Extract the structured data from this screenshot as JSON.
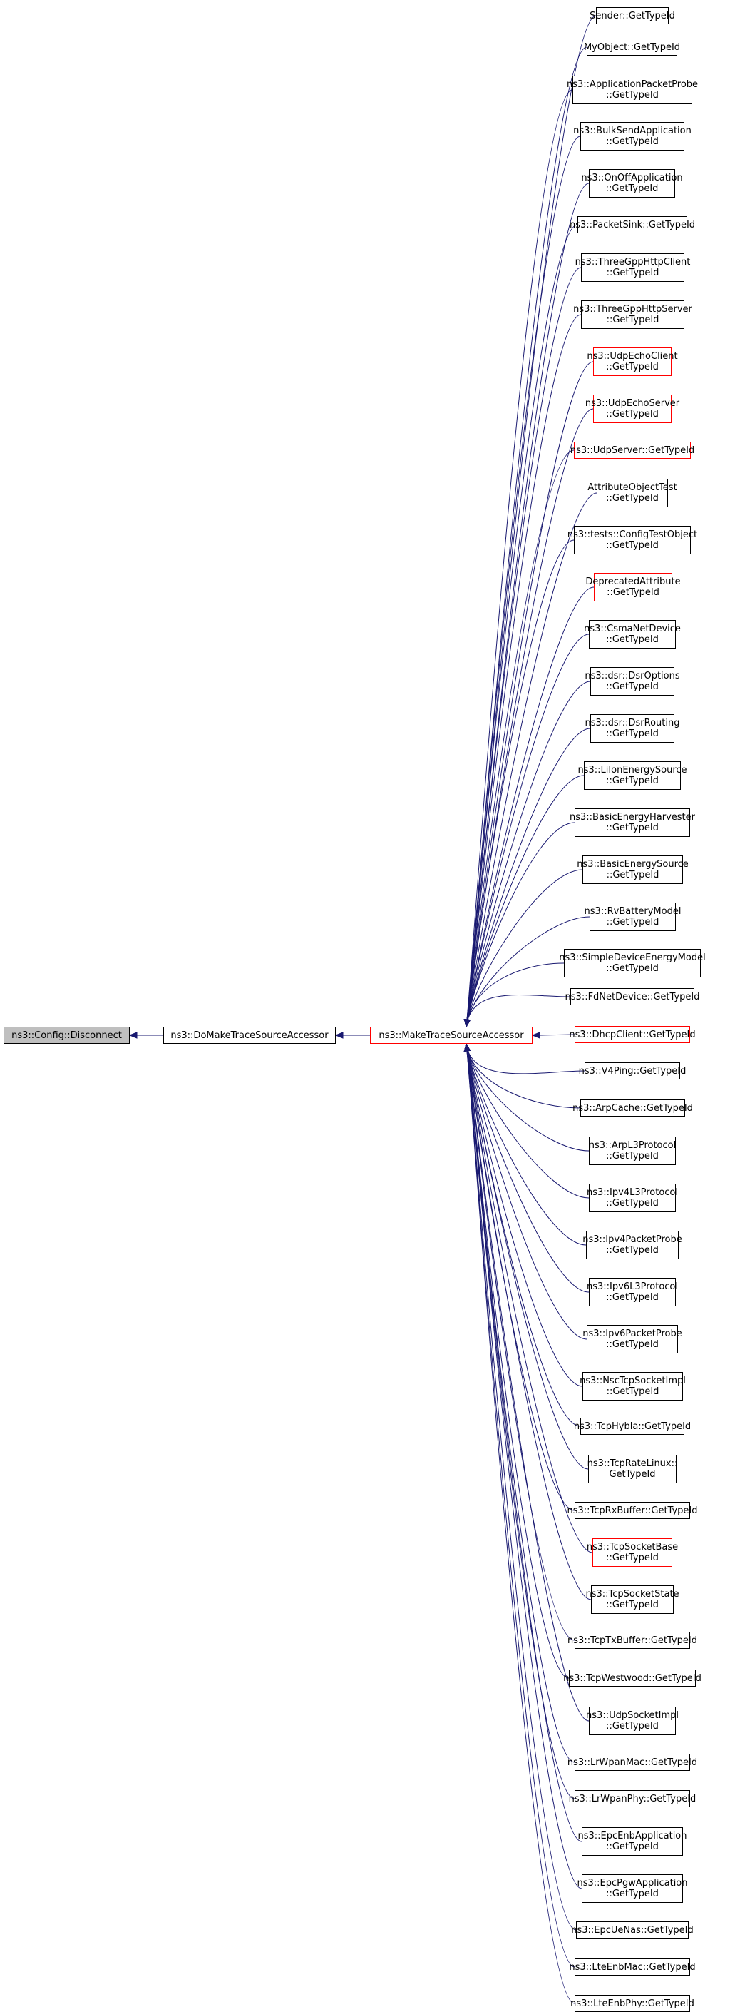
{
  "colors": {
    "edge": "#191970",
    "border": "#000000",
    "highlight_border": "#ff0000",
    "root_fill": "#bfbfbf"
  },
  "root": {
    "label": "ns3::Config::Disconnect"
  },
  "mid": {
    "label": "ns3::DoMakeTraceSourceAccessor"
  },
  "hub": {
    "label": "ns3::MakeTraceSourceAccessor"
  },
  "callers": [
    {
      "lines": [
        "Sender::GetTypeId"
      ],
      "red": false
    },
    {
      "lines": [
        "MyObject::GetTypeId"
      ],
      "red": false
    },
    {
      "lines": [
        "ns3::ApplicationPacketProbe",
        "::GetTypeId"
      ],
      "red": false
    },
    {
      "lines": [
        "ns3::BulkSendApplication",
        "::GetTypeId"
      ],
      "red": false
    },
    {
      "lines": [
        "ns3::OnOffApplication",
        "::GetTypeId"
      ],
      "red": false
    },
    {
      "lines": [
        "ns3::PacketSink::GetTypeId"
      ],
      "red": false
    },
    {
      "lines": [
        "ns3::ThreeGppHttpClient",
        "::GetTypeId"
      ],
      "red": false
    },
    {
      "lines": [
        "ns3::ThreeGppHttpServer",
        "::GetTypeId"
      ],
      "red": false
    },
    {
      "lines": [
        "ns3::UdpEchoClient",
        "::GetTypeId"
      ],
      "red": true
    },
    {
      "lines": [
        "ns3::UdpEchoServer",
        "::GetTypeId"
      ],
      "red": true
    },
    {
      "lines": [
        "ns3::UdpServer::GetTypeId"
      ],
      "red": true
    },
    {
      "lines": [
        "AttributeObjectTest",
        "::GetTypeId"
      ],
      "red": false
    },
    {
      "lines": [
        "ns3::tests::ConfigTestObject",
        "::GetTypeId"
      ],
      "red": false
    },
    {
      "lines": [
        "DeprecatedAttribute",
        "::GetTypeId"
      ],
      "red": true
    },
    {
      "lines": [
        "ns3::CsmaNetDevice",
        "::GetTypeId"
      ],
      "red": false
    },
    {
      "lines": [
        "ns3::dsr::DsrOptions",
        "::GetTypeId"
      ],
      "red": false
    },
    {
      "lines": [
        "ns3::dsr::DsrRouting",
        "::GetTypeId"
      ],
      "red": false
    },
    {
      "lines": [
        "ns3::LiIonEnergySource",
        "::GetTypeId"
      ],
      "red": false
    },
    {
      "lines": [
        "ns3::BasicEnergyHarvester",
        "::GetTypeId"
      ],
      "red": false
    },
    {
      "lines": [
        "ns3::BasicEnergySource",
        "::GetTypeId"
      ],
      "red": false
    },
    {
      "lines": [
        "ns3::RvBatteryModel",
        "::GetTypeId"
      ],
      "red": false
    },
    {
      "lines": [
        "ns3::SimpleDeviceEnergyModel",
        "::GetTypeId"
      ],
      "red": false
    },
    {
      "lines": [
        "ns3::FdNetDevice::GetTypeId"
      ],
      "red": false
    },
    {
      "lines": [
        "ns3::DhcpClient::GetTypeId"
      ],
      "red": true
    },
    {
      "lines": [
        "ns3::V4Ping::GetTypeId"
      ],
      "red": false
    },
    {
      "lines": [
        "ns3::ArpCache::GetTypeId"
      ],
      "red": false
    },
    {
      "lines": [
        "ns3::ArpL3Protocol",
        "::GetTypeId"
      ],
      "red": false
    },
    {
      "lines": [
        "ns3::Ipv4L3Protocol",
        "::GetTypeId"
      ],
      "red": false
    },
    {
      "lines": [
        "ns3::Ipv4PacketProbe",
        "::GetTypeId"
      ],
      "red": false
    },
    {
      "lines": [
        "ns3::Ipv6L3Protocol",
        "::GetTypeId"
      ],
      "red": false
    },
    {
      "lines": [
        "ns3::Ipv6PacketProbe",
        "::GetTypeId"
      ],
      "red": false
    },
    {
      "lines": [
        "ns3::NscTcpSocketImpl",
        "::GetTypeId"
      ],
      "red": false
    },
    {
      "lines": [
        "ns3::TcpHybla::GetTypeId"
      ],
      "red": false
    },
    {
      "lines": [
        "ns3::TcpRateLinux::",
        "GetTypeId"
      ],
      "red": false
    },
    {
      "lines": [
        "ns3::TcpRxBuffer::GetTypeId"
      ],
      "red": false
    },
    {
      "lines": [
        "ns3::TcpSocketBase",
        "::GetTypeId"
      ],
      "red": true
    },
    {
      "lines": [
        "ns3::TcpSocketState",
        "::GetTypeId"
      ],
      "red": false
    },
    {
      "lines": [
        "ns3::TcpTxBuffer::GetTypeId"
      ],
      "red": false
    },
    {
      "lines": [
        "ns3::TcpWestwood::GetTypeId"
      ],
      "red": false
    },
    {
      "lines": [
        "ns3::UdpSocketImpl",
        "::GetTypeId"
      ],
      "red": false
    },
    {
      "lines": [
        "ns3::LrWpanMac::GetTypeId"
      ],
      "red": false
    },
    {
      "lines": [
        "ns3::LrWpanPhy::GetTypeId"
      ],
      "red": false
    },
    {
      "lines": [
        "ns3::EpcEnbApplication",
        "::GetTypeId"
      ],
      "red": false
    },
    {
      "lines": [
        "ns3::EpcPgwApplication",
        "::GetTypeId"
      ],
      "red": false
    },
    {
      "lines": [
        "ns3::EpcUeNas::GetTypeId"
      ],
      "red": false
    },
    {
      "lines": [
        "ns3::LteEnbMac::GetTypeId"
      ],
      "red": false
    },
    {
      "lines": [
        "ns3::LteEnbPhy::GetTypeId"
      ],
      "red": false
    }
  ]
}
